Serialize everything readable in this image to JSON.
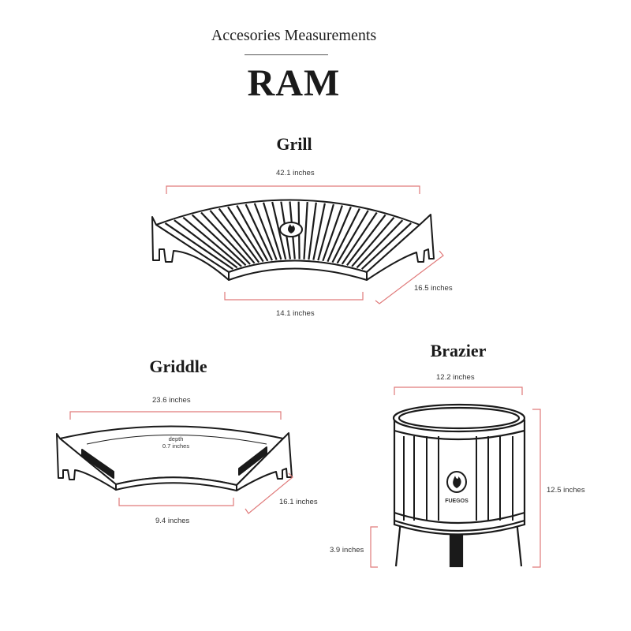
{
  "header": {
    "subtitle": "Accesories Measurements",
    "title": "RAM"
  },
  "grill": {
    "title": "Grill",
    "width_label": "42.1 inches",
    "inner_label": "14.1 inches",
    "depth_label": "16.5 inches"
  },
  "griddle": {
    "title": "Griddle",
    "width_label": "23.6 inches",
    "inner_label": "9.4 inches",
    "depth_label": "16.1 inches",
    "thickness_title": "depth",
    "thickness_label": "0.7 inches"
  },
  "brazier": {
    "title": "Brazier",
    "width_label": "12.2 inches",
    "height_label": "12.5 inches",
    "leg_label": "3.9 inches",
    "brand": "FUEGOS"
  },
  "colors": {
    "dimension_line": "#e07a7a",
    "outline": "#1a1a1a"
  }
}
